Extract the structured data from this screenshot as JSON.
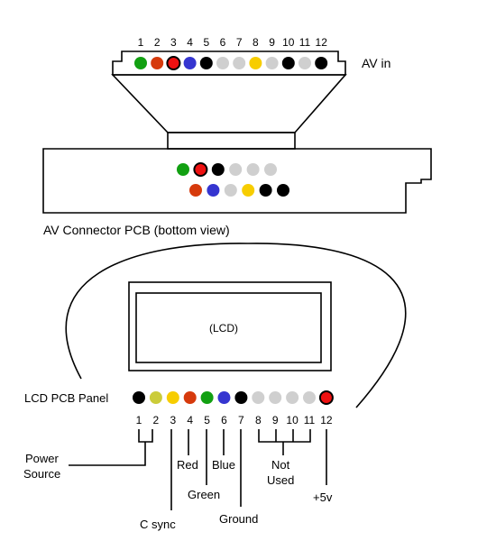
{
  "colors": {
    "green": "#12a012",
    "red": "#ee1111",
    "orange": "#d63a0c",
    "blue": "#3535d0",
    "black": "#000000",
    "gray": "#cfcfcf",
    "yellow": "#f7cd00",
    "olive": "#cbcc3a"
  },
  "av_in": {
    "label": "AV in",
    "pin_numbers": [
      "1",
      "2",
      "3",
      "4",
      "5",
      "6",
      "7",
      "8",
      "9",
      "10",
      "11",
      "12"
    ],
    "pins": [
      "green",
      "orange",
      "red",
      "blue",
      "black",
      "gray",
      "gray",
      "yellow",
      "gray",
      "black",
      "gray",
      "black"
    ]
  },
  "pcb": {
    "label": "AV Connector PCB (bottom view)",
    "row1": [
      "green",
      "red",
      "black",
      "gray",
      "gray",
      "gray"
    ],
    "row2": [
      "orange",
      "blue",
      "gray",
      "yellow",
      "black",
      "black"
    ]
  },
  "lcd": {
    "screen_label": "(LCD)",
    "panel_label": "LCD PCB Panel",
    "pin_numbers": [
      "1",
      "2",
      "3",
      "4",
      "5",
      "6",
      "7",
      "8",
      "9",
      "10",
      "11",
      "12"
    ],
    "pins": [
      "black",
      "olive",
      "yellow",
      "orange",
      "green",
      "blue",
      "black",
      "gray",
      "gray",
      "gray",
      "gray",
      "red"
    ]
  },
  "signals": {
    "power_source_line1": "Power",
    "power_source_line2": "Source",
    "c_sync": "C sync",
    "red": "Red",
    "green": "Green",
    "blue": "Blue",
    "ground": "Ground",
    "not_used_line1": "Not",
    "not_used_line2": "Used",
    "plus_5v": "+5v"
  }
}
